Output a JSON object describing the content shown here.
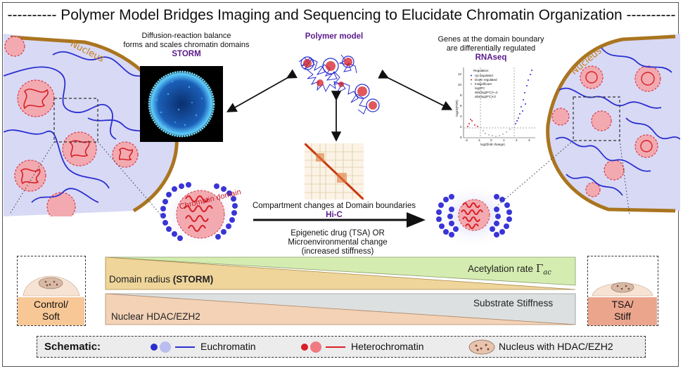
{
  "title": "---------- Polymer Model Bridges Imaging and Sequencing to Elucidate Chromatin Organization ----------",
  "left_nucleus_label": "Nucleus",
  "right_nucleus_label": "Nucleus",
  "storm": {
    "caption_line1": "Diffusion-reaction balance",
    "caption_line2": "forms and scales chromatin domains",
    "label": "STORM"
  },
  "polymer": {
    "label": "Polymer model"
  },
  "rnaseq": {
    "caption_line1": "Genes at the domain boundary",
    "caption_line2": "are differentially regulated",
    "label": "RNAseq",
    "legend_title": "Regulation",
    "legend_items": [
      "Up regulated",
      "Down regulated",
      "Insignificant",
      "log2FC",
      "abs(log2FC)>=2",
      "abs(log2FC)<2"
    ],
    "xlabel": "log2(fold change)",
    "ylabel": "-log10(FDR)",
    "xticks": [
      "-2",
      "-1",
      "0",
      "1",
      "2",
      "3"
    ],
    "yticks": [
      "0",
      "2",
      "4",
      "6",
      "8",
      "10",
      "12"
    ]
  },
  "hic": {
    "caption": "Compartment changes at Domain boundaries",
    "label": "Hi-C"
  },
  "chromatin_domain_label": "Chromatin domain",
  "arrow_caption": {
    "line1": "Epigenetic drug (TSA) OR",
    "line2": "Microenvironmental change",
    "line3": "(increased stiffness)"
  },
  "bars": {
    "acetylation": "Acetylation rate",
    "acetylation_symbol": "Γ",
    "acetylation_sub": "ac",
    "domain_radius": "Domain radius ",
    "domain_radius_bold": "(STORM)",
    "substrate": "Substrate Stiffness",
    "hdac": "Nuclear HDAC/EZH2"
  },
  "left_box": {
    "line1": "Control/",
    "line2": "Soft"
  },
  "right_box": {
    "line1": "TSA/",
    "line2": "Stiff"
  },
  "legend": {
    "title": "Schematic:",
    "euchromatin": "Euchromatin",
    "heterochromatin": "Heterochromatin",
    "nucleus": "Nucleus with HDAC/EZH2"
  },
  "colors": {
    "eu": "#2a2fd0",
    "hetero": "#d81f26",
    "nucleus_border": "#a9751f",
    "nucleus_fill": "#d8d9f5",
    "green_bar": "#d5ecb0",
    "yellow_bar": "#efd59a",
    "peach_bar": "#f3d2b6",
    "gray_bar": "#dde0e0"
  }
}
